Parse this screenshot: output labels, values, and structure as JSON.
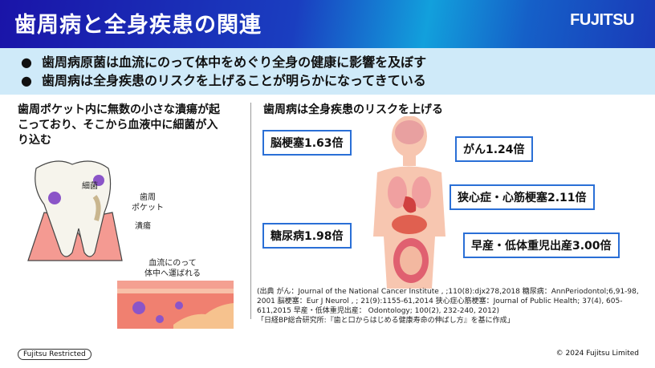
{
  "header": {
    "title": "歯周病と全身疾患の関連",
    "logo": "FUJITSU"
  },
  "bullets": [
    "歯周病原菌は血流にのって体中をめぐり全身の健康に影響を及ぼす",
    "歯周病は全身疾患のリスクを上げることが明らかになってきている"
  ],
  "left": {
    "heading": "歯周ポケット内に無数の小さな潰瘍が起こっており、そこから血液中に細菌が入り込む",
    "labels": {
      "bacteria": "細菌",
      "pocket": "歯周\nポケット",
      "ulcer": "潰瘍",
      "flow": "血流にのって\n体中へ運ばれる"
    }
  },
  "right": {
    "heading": "歯周病は全身疾患のリスクを上げる",
    "callouts": {
      "stroke": "脳梗塞1.63倍",
      "cancer": "がん1.24倍",
      "heart": "狭心症・心筋梗塞2.11倍",
      "diabetes": "糖尿病1.98倍",
      "birth": "早産・低体重児出産3.00倍"
    }
  },
  "references": [
    "(出典 がん：Journal of the National Cancer Institute , ;110(8):djx278,2018 糖尿病：AnnPeriodontol;6,91-98, 2001 脳梗塞：Eur J Neurol , ; 21(9):1155-61,2014 狭心症心筋梗塞：Journal of Public Health; 37(4), 605-611,2015 早産・低体重児出産： Odontology; 100(2), 232-240, 2012)",
    "「日経BP総合研究所:『歯と口からはじめる健康寿命の伸ばし方』を基に作成」"
  ],
  "footer": {
    "restricted": "Fujitsu Restricted",
    "copyright": "© 2024 Fujitsu Limited"
  }
}
